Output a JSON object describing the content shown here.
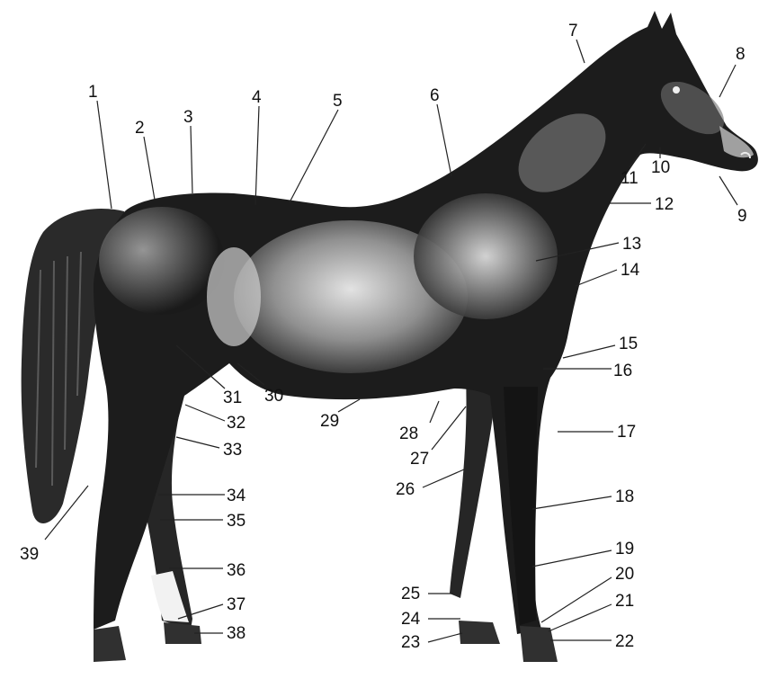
{
  "labels": [
    "1",
    "2",
    "3",
    "4",
    "5",
    "6",
    "7",
    "8",
    "9",
    "10",
    "11",
    "12",
    "13",
    "14",
    "15",
    "16",
    "17",
    "18",
    "19",
    "20",
    "21",
    "22",
    "23",
    "24",
    "25",
    "26",
    "27",
    "28",
    "29",
    "30",
    "31",
    "32",
    "33",
    "34",
    "35",
    "36",
    "37",
    "38",
    "39"
  ],
  "colors": {
    "body": "#1c1c1c",
    "highlight": "#e9e9e9",
    "tail": "#2a2a2a",
    "hoof": "#303030",
    "white_marking": "#f2f2f2",
    "leader_line": "#222222",
    "label_text": "#111111"
  }
}
